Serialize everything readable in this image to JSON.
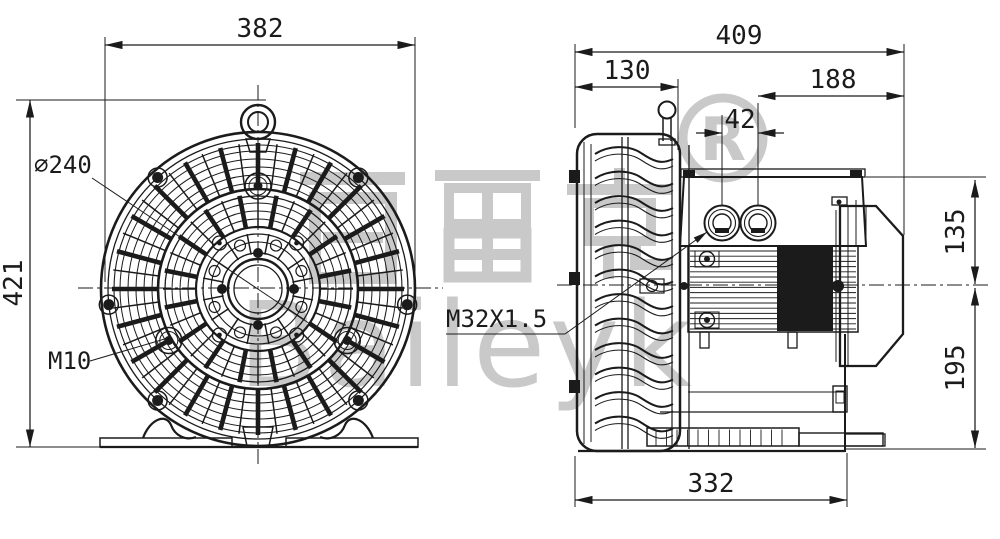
{
  "watermark": {
    "cjk": "百雷克",
    "latin": "Baileyk",
    "registered": "R",
    "color": "#c9c9c9"
  },
  "front_view": {
    "dims": {
      "overall_width": "382",
      "overall_height": "421"
    },
    "labels": {
      "diameter": "∅240",
      "thread": "M10"
    }
  },
  "side_view": {
    "dims": {
      "overall_length": "409",
      "guard_depth": "130",
      "motor_section": "188",
      "port_spacing": "42",
      "center_to_top": "135",
      "center_to_base": "195",
      "base_length": "332"
    },
    "labels": {
      "cable_gland": "M32X1.5"
    }
  },
  "colors": {
    "line": "#1b1b1b",
    "background": "#ffffff"
  }
}
